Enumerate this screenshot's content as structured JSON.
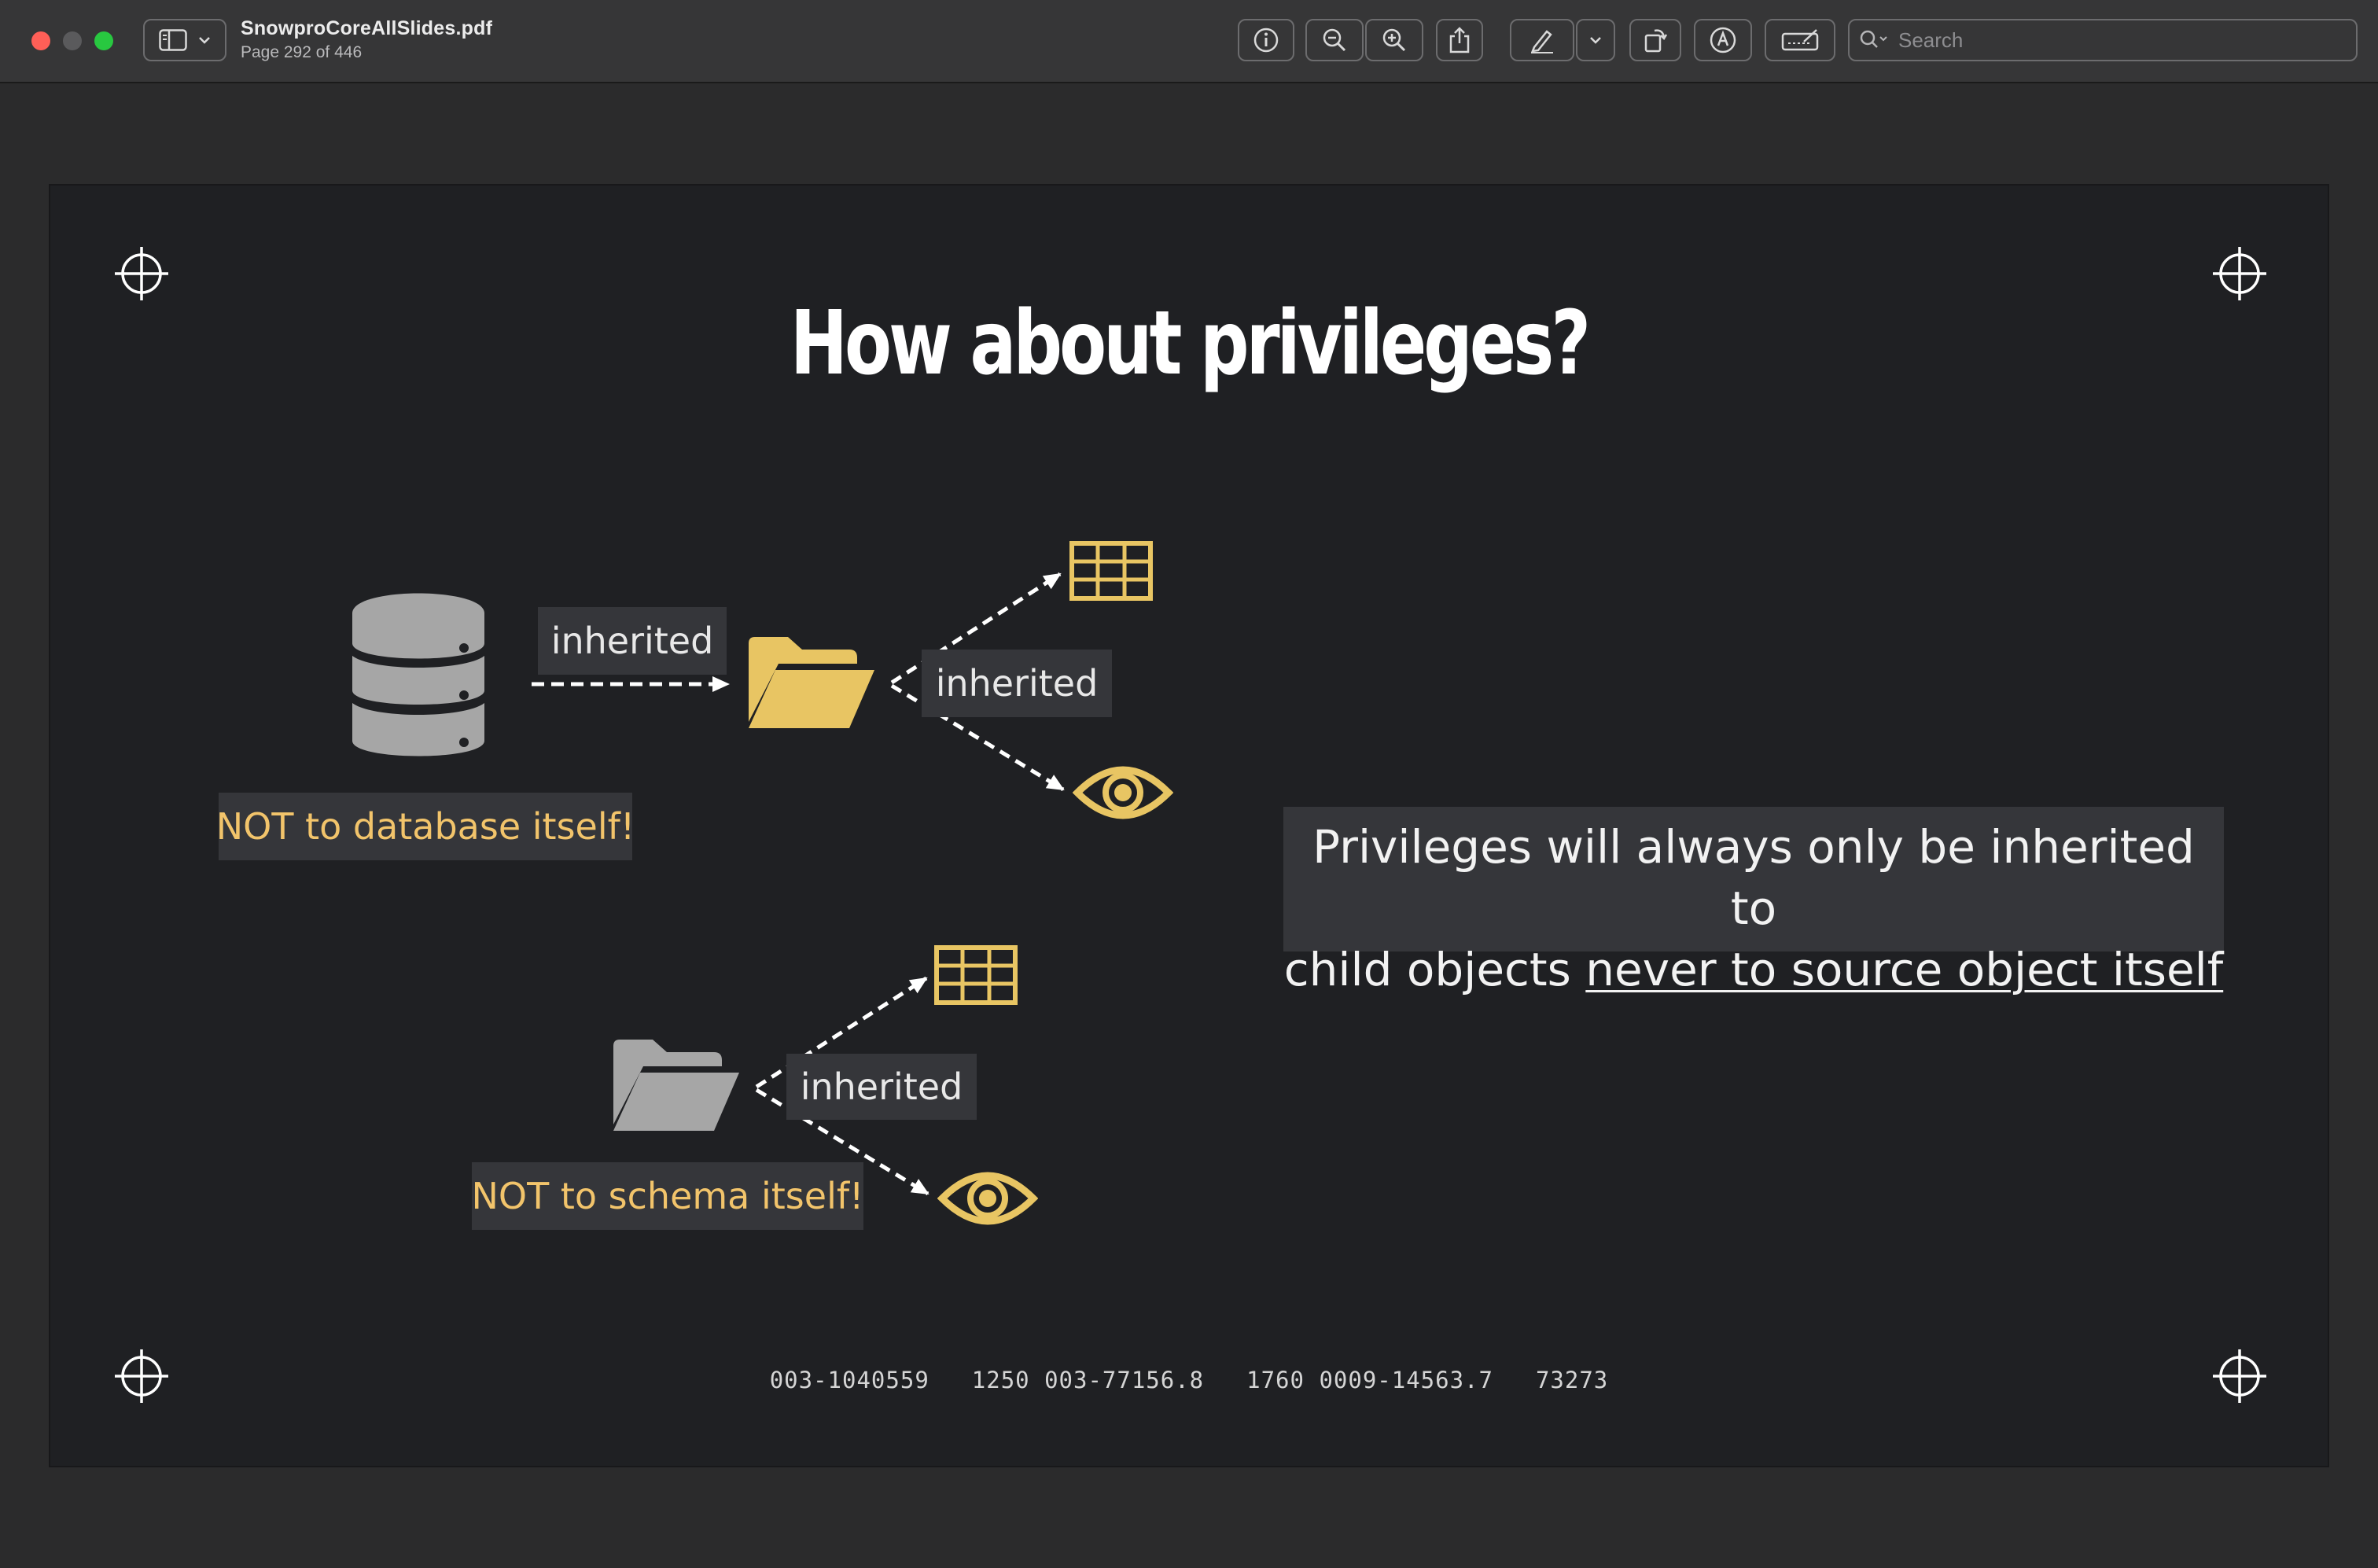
{
  "window": {
    "doc_name": "SnowproCoreAllSlides.pdf",
    "page_info": "Page 292 of 446"
  },
  "toolbar": {
    "search_placeholder": "Search",
    "buttons": [
      "info-icon",
      "zoom-out-icon",
      "zoom-in-icon",
      "share-icon",
      "markup-pen-icon",
      "chevron-down-icon",
      "rotate-icon",
      "markup-circle-icon",
      "signature-icon"
    ]
  },
  "slide": {
    "title": "How about privileges?",
    "db_to_schema_label": "inherited",
    "schema_to_children_label": "inherited",
    "schema2_to_children_label": "inherited",
    "db_warning": "NOT to database itself!",
    "schema_warning": "NOT to schema itself!",
    "note_line1": "Privileges will always only be inherited to",
    "note_line2_prefix": "child objects ",
    "note_line2_underlined": "never to source object itself",
    "footer_codes": [
      "003-1040559",
      "1250 003-77156.8",
      "1760 0009-14563.7",
      "73273"
    ],
    "icons": [
      "database-icon",
      "folder-icon",
      "table-icon",
      "view-eye-icon",
      "crosshair-icon"
    ],
    "colors": {
      "accent": "#e8c563",
      "gray_icon": "#a6a6a6",
      "warn_text": "#f2c46b",
      "slide_bg": "#1f2023"
    }
  }
}
